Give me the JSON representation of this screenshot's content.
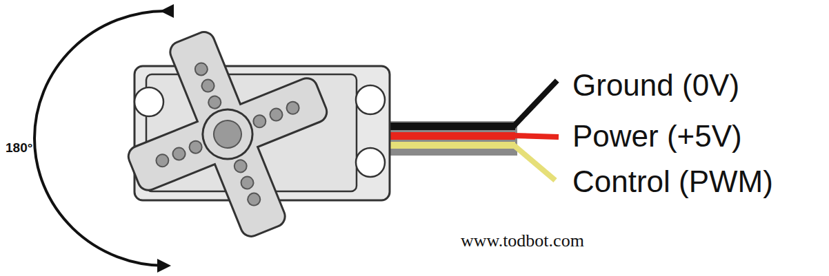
{
  "diagram": {
    "labels": [
      "180°",
      "Ground (0V)",
      "Power (+5V)",
      "Control (PWM)",
      "www.todbot.com"
    ]
  }
}
